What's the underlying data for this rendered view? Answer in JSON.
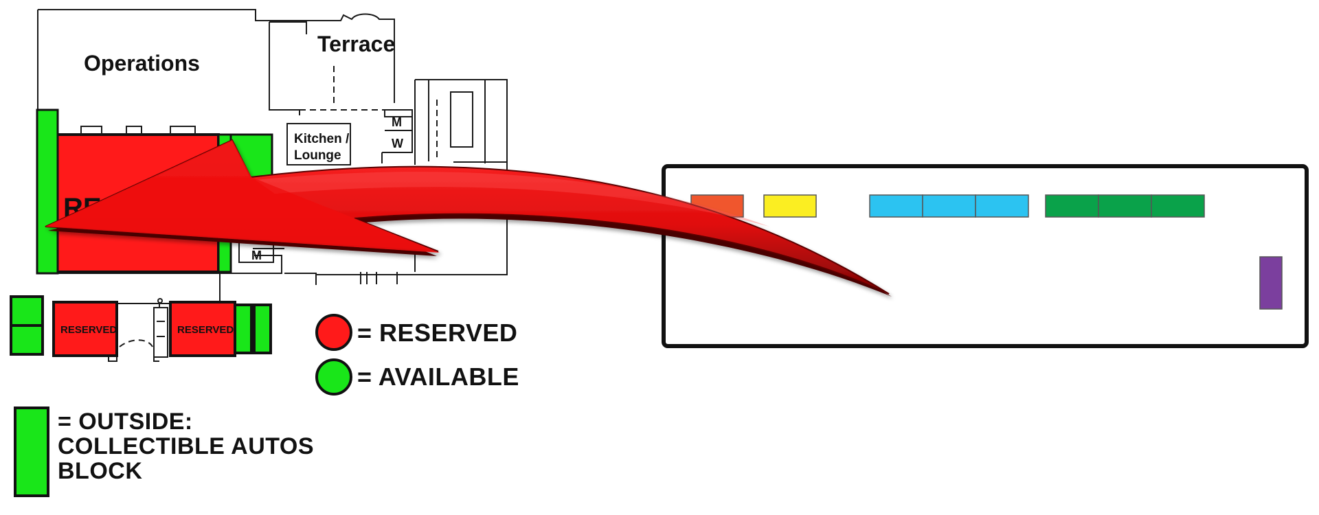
{
  "rooms": {
    "operations": "Operations",
    "terrace": "Terrace",
    "kitchen_line1": "Kitchen /",
    "kitchen_line2": "Lounge",
    "restroom_m": "M",
    "restroom_w": "W",
    "restroom_m2": "M",
    "main_hall_partial": "RES"
  },
  "booths": {
    "reserved_left": "RESERVED",
    "reserved_right": "RESERVED"
  },
  "legend": {
    "reserved": "= RESERVED",
    "available": "= AVAILABLE",
    "outside_line1": "= OUTSIDE:",
    "outside_line2": "COLLECTIBLE AUTOS",
    "outside_line3": "BLOCK"
  },
  "colors": {
    "reserved": "#ff1a1a",
    "available": "#19e619",
    "arrow": "#d90b0b",
    "arrow_dark": "#4a0303",
    "orange_block": "#f0562d",
    "yellow_block": "#fbee22",
    "blue_block": "#2cc3f1",
    "green_block": "#0aa24a",
    "purple_block": "#7b3f9e"
  },
  "outside_lot": {
    "blocks": [
      {
        "name": "orange-block",
        "color": "#f0562d",
        "count": 1
      },
      {
        "name": "yellow-block",
        "color": "#fbee22",
        "count": 1
      },
      {
        "name": "blue-block",
        "color": "#2cc3f1",
        "count": 3
      },
      {
        "name": "green-block",
        "color": "#0aa24a",
        "count": 3
      },
      {
        "name": "purple-block",
        "color": "#7b3f9e",
        "count": 1
      }
    ]
  }
}
